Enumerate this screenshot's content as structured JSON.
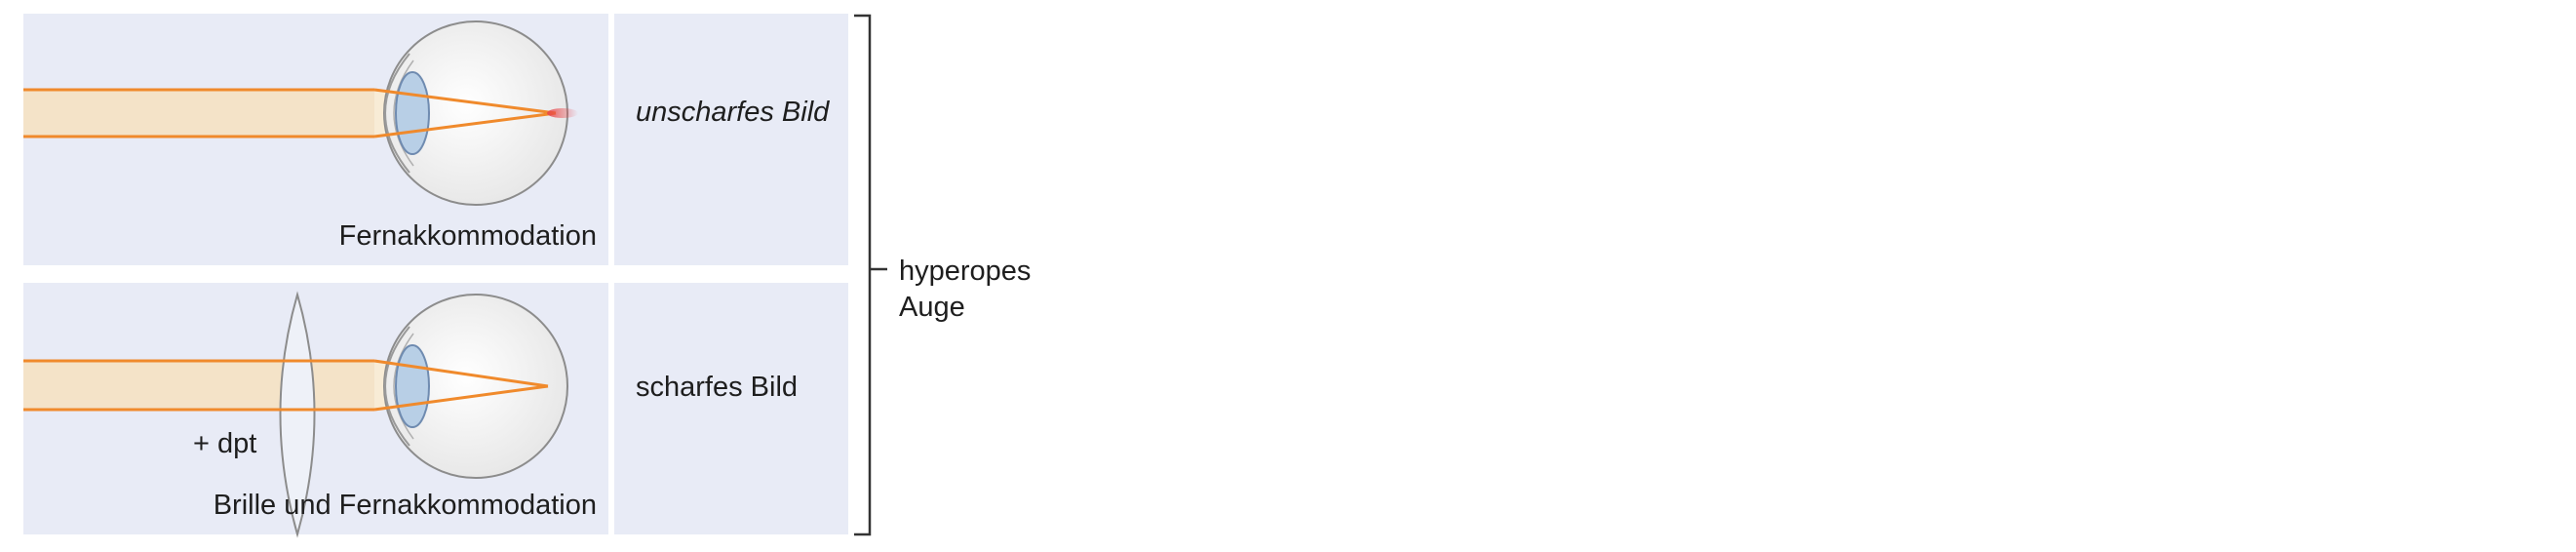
{
  "colors": {
    "panel_bg": "#e8ebf6",
    "light_beam": "#f4e3c8",
    "ray": "#f08a2c",
    "focus_blur": "#e8474b",
    "eye_outline": "#8c8c8c",
    "lens_fill": "#b8cfe6",
    "bracket": "#333333"
  },
  "top_panel": {
    "caption": "Fernakkommodation",
    "result": "unscharfes Bild"
  },
  "bottom_panel": {
    "caption": "Brille und Fernakkommodation",
    "lens_label": "+ dpt",
    "result": "scharfes Bild"
  },
  "bracket_label": {
    "line1": "hyperopes",
    "line2": "Auge"
  },
  "icons": {
    "eye": "eye-icon",
    "glasses_lens": "convex-lens-icon"
  }
}
